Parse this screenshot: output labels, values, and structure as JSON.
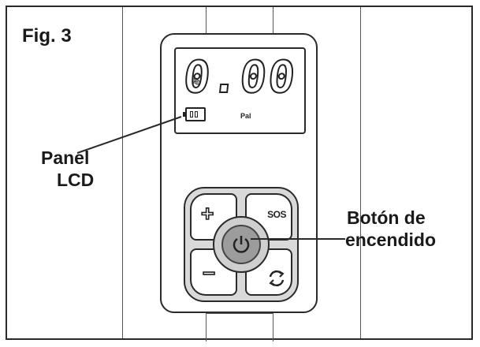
{
  "figure": {
    "label": "Fig. 3"
  },
  "callouts": {
    "lcd_panel_line1": "Panel",
    "lcd_panel_line2": "LCD",
    "power_button_line1": "Botón de",
    "power_button_line2": "encendido"
  },
  "lcd": {
    "digits": "0.00",
    "mode_text": "Pal",
    "icons": [
      "bike-icon",
      "battery-icon"
    ]
  },
  "keypad": {
    "sos_label": "SOS",
    "icons": [
      "plus-icon",
      "minus-icon",
      "power-icon",
      "refresh-icon"
    ]
  },
  "colors": {
    "line": "#2a2a2a",
    "keypad_fill": "#d9d9d9",
    "power_fill": "#9c9c9c"
  }
}
